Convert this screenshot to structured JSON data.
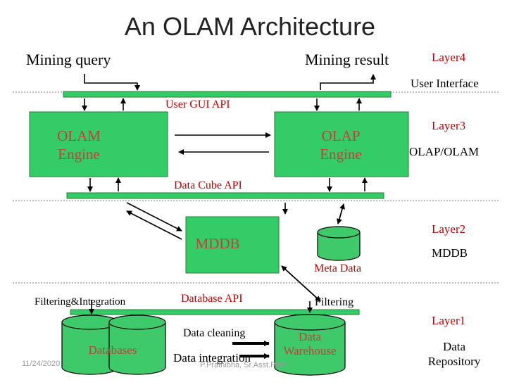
{
  "title": "An OLAM Architecture",
  "colors": {
    "box_fill": "#33cc66",
    "box_stroke": "#2a7a3a",
    "cylinder_fill": "#3ec96b",
    "label_red": "#c00000",
    "component_text": "#c04040",
    "divider": "#7f7f7f"
  },
  "top": {
    "mining_query": "Mining query",
    "mining_result": "Mining result"
  },
  "layers": [
    {
      "name": "Layer4",
      "desc": "User Interface"
    },
    {
      "name": "Layer3",
      "desc": "OLAP/OLAM"
    },
    {
      "name": "Layer2",
      "desc": "MDDB"
    },
    {
      "name": "Layer1",
      "desc": "Data Repository"
    }
  ],
  "apis": {
    "user_gui": "User GUI API",
    "data_cube": "Data Cube API",
    "database": "Database API"
  },
  "engines": {
    "olam": {
      "line1": "OLAM",
      "line2": "Engine"
    },
    "olap": {
      "line1": "OLAP",
      "line2": "Engine"
    }
  },
  "mddb": "MDDB",
  "meta_data": "Meta Data",
  "filtering_integration": "Filtering&Integration",
  "filtering": "Filtering",
  "databases": "Databases",
  "data_cleaning": "Data cleaning",
  "data_integration": "Data integration",
  "warehouse": {
    "line1": "Data",
    "line2": "Warehouse"
  },
  "footer": {
    "date": "11/24/2020",
    "author": "P.Prathibha, Sr.Asst.Prof"
  }
}
